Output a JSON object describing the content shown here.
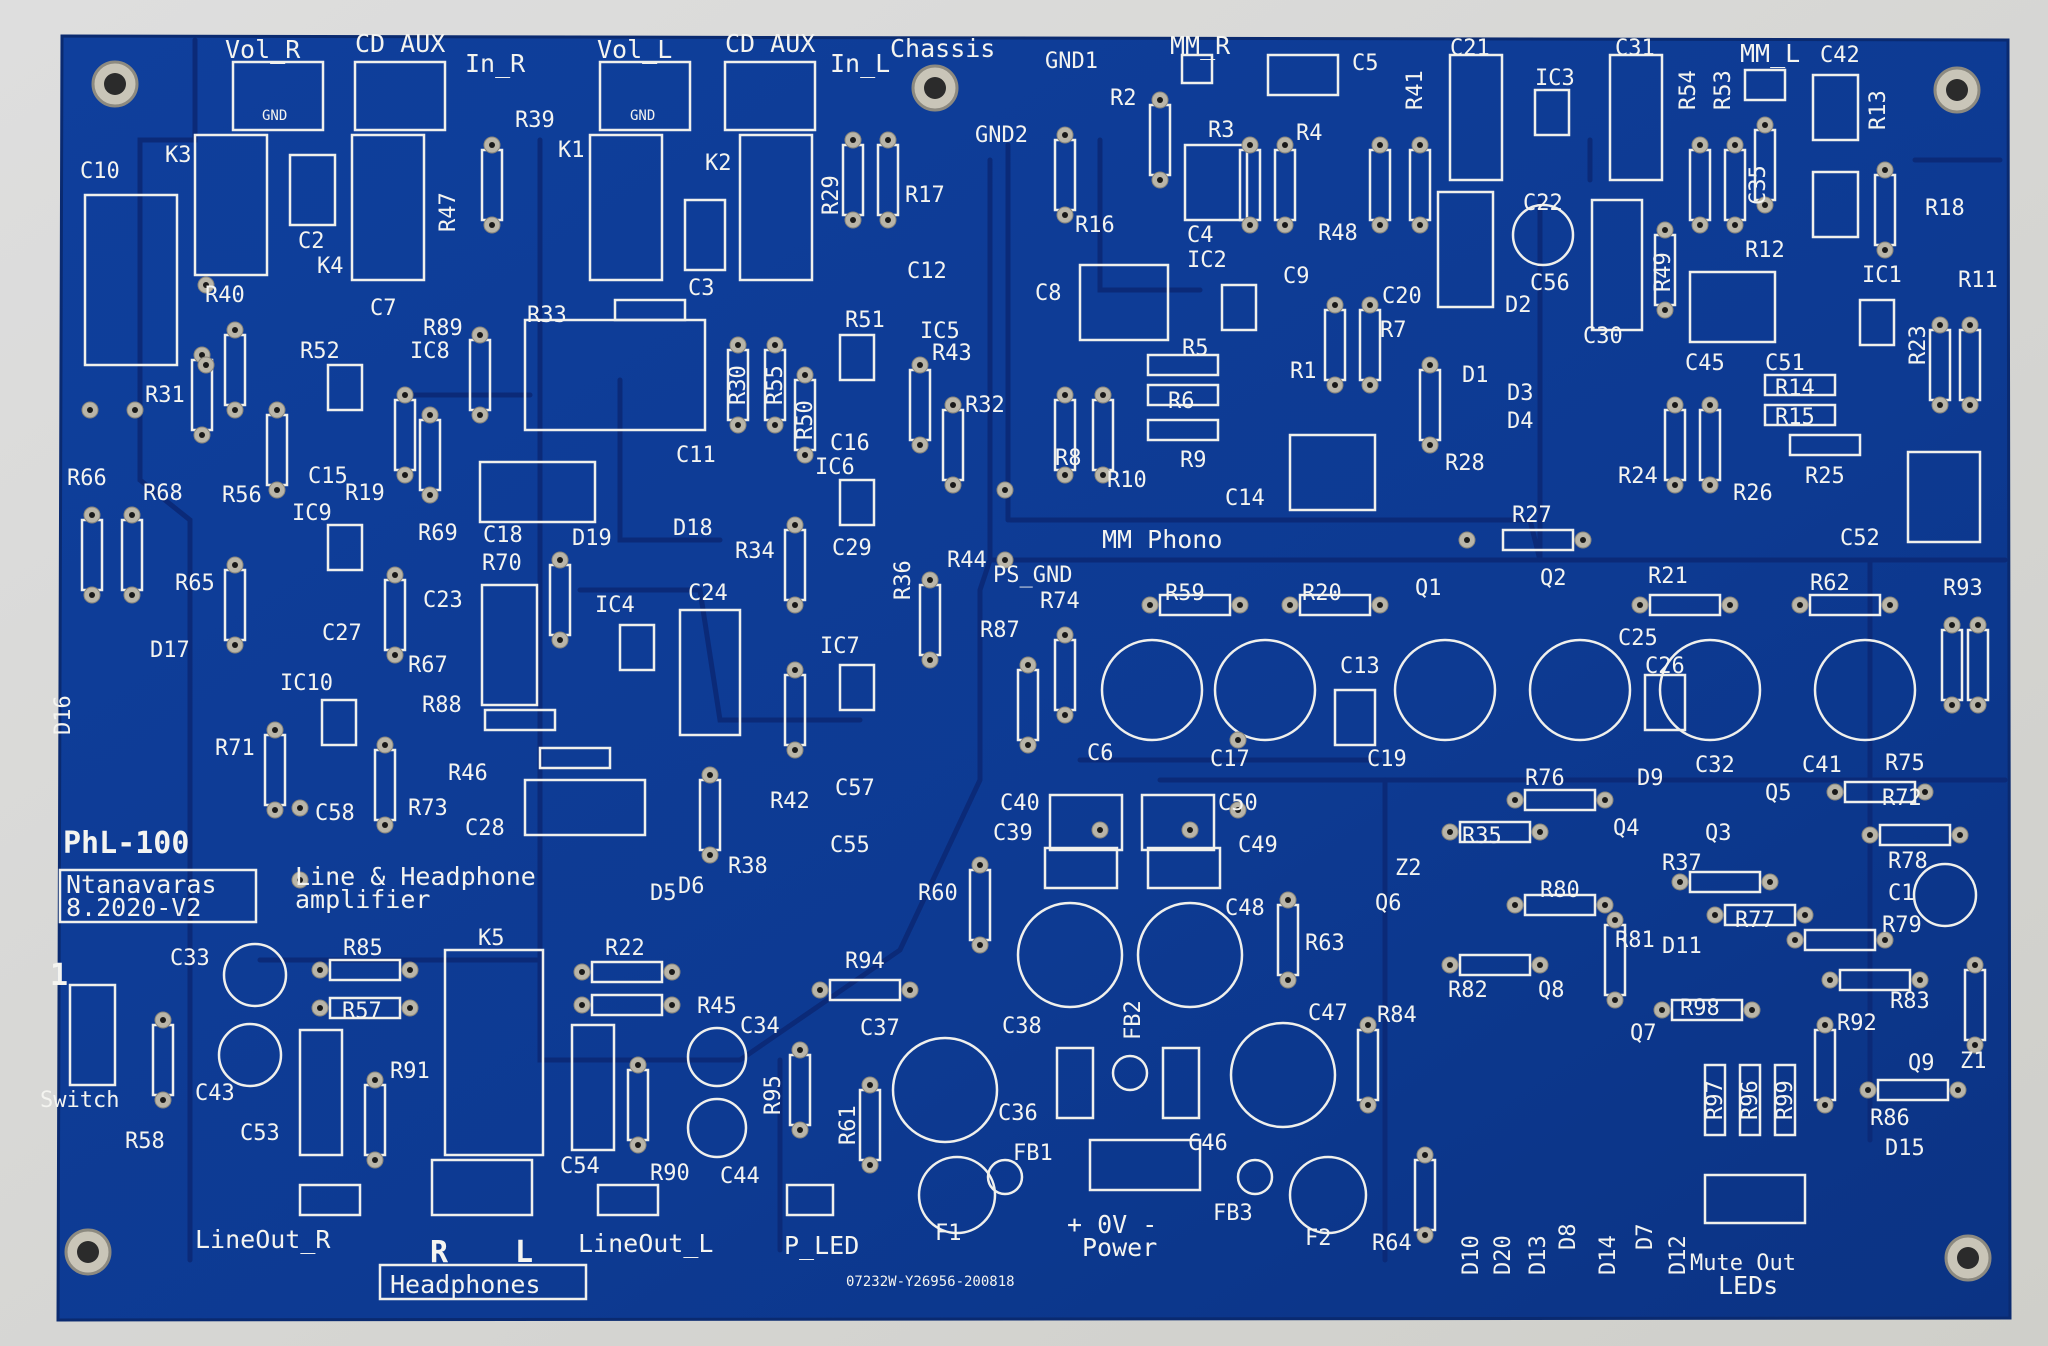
{
  "colors": {
    "board": "#0e3c96",
    "board_edge": "#0a2f7c",
    "silk": "#f4f4f0",
    "trace": "#0b2a78",
    "pad": "#b9b5a8"
  },
  "labels": {
    "vol_r": "Vol_R",
    "cd_aux_r": "CD  AUX",
    "in_r": "In_R",
    "vol_l": "Vol_L",
    "cd_aux_l": "CD  AUX",
    "in_l": "In_L",
    "chassis": "Chassis",
    "gnd": "GND",
    "gnd_l": "GND",
    "gnd1": "GND1",
    "gnd2": "GND2",
    "mm_r": "MM_R",
    "mm_l": "MM_L",
    "mm_phono": "MM Phono",
    "ps_gnd": "PS_GND",
    "model": "PhL-100",
    "author": "Ntanavaras",
    "date_rev": "8.2020-V2",
    "desc1": "Line & Headphone",
    "desc2": "amplifier",
    "pin1": "1",
    "switch": "Switch",
    "lineout_r": "LineOut_R",
    "lineout_l": "LineOut_L",
    "headphones": "Headphones",
    "hp_r": "R",
    "hp_l": "L",
    "p_led": "P_LED",
    "power_pol": "+ 0V -",
    "power": "Power",
    "mute_out": "Mute Out",
    "leds": "LEDs",
    "serial": "07232W-Y26956-200818"
  },
  "refs": {
    "K3": "K3",
    "K1": "K1",
    "K2": "K2",
    "K4": "K4",
    "K5": "K5",
    "C10": "C10",
    "C2": "C2",
    "C3": "C3",
    "C5": "C5",
    "C7": "C7",
    "C8": "C8",
    "C9": "C9",
    "C11": "C11",
    "C12": "C12",
    "C14": "C14",
    "C15": "C15",
    "C16": "C16",
    "C18": "C18",
    "C20": "C20",
    "C21": "C21",
    "C22": "C22",
    "C23": "C23",
    "C24": "C24",
    "C27": "C27",
    "C28": "C28",
    "C29": "C29",
    "C30": "C30",
    "C31": "C31",
    "C35": "C35",
    "C42": "C42",
    "C45": "C45",
    "C51": "C51",
    "C52": "C52",
    "C56": "C56",
    "C57": "C57",
    "C58": "C58",
    "C4": "C4",
    "C6": "C6",
    "C13": "C13",
    "C17": "C17",
    "C19": "C19",
    "C25": "C25",
    "C26": "C26",
    "C32": "C32",
    "C41": "C41",
    "C33": "C33",
    "C34": "C34",
    "C36": "C36",
    "C37": "C37",
    "C38": "C38",
    "C39": "C39",
    "C40": "C40",
    "C43": "C43",
    "C44": "C44",
    "C46": "C46",
    "C47": "C47",
    "C48": "C48",
    "C49": "C49",
    "C50": "C50",
    "C53": "C53",
    "C54": "C54",
    "C55": "C55",
    "C1": "C1",
    "R39": "R39",
    "R47": "R47",
    "R40": "R40",
    "R31": "R31",
    "R52": "R52",
    "R89": "R89",
    "R56": "R56",
    "R19": "R19",
    "R69": "R69",
    "R66": "R66",
    "R68": "R68",
    "R65": "R65",
    "R70": "R70",
    "R67": "R67",
    "R88": "R88",
    "R71": "R71",
    "R73": "R73",
    "R46": "R46",
    "R38": "R38",
    "R33": "R33",
    "R30": "R30",
    "R55": "R55",
    "R50": "R50",
    "R51": "R51",
    "R29": "R29",
    "R17": "R17",
    "R43": "R43",
    "R32": "R32",
    "R34": "R34",
    "R36": "R36",
    "R44": "R44",
    "R42": "R42",
    "R2": "R2",
    "R16": "R16",
    "R3": "R3",
    "R4": "R4",
    "R41": "R41",
    "R48": "R48",
    "R5": "R5",
    "R6": "R6",
    "R9": "R9",
    "R8": "R8",
    "R10": "R10",
    "R1": "R1",
    "R7": "R7",
    "R28": "R28",
    "R54": "R54",
    "R53": "R53",
    "R12": "R12",
    "R49": "R49",
    "R13": "R13",
    "R18": "R18",
    "R11": "R11",
    "R23": "R23",
    "R14": "R14",
    "R15": "R15",
    "R24": "R24",
    "R26": "R26",
    "R25": "R25",
    "R27": "R27",
    "R87": "R87",
    "R74": "R74",
    "R59": "R59",
    "R20": "R20",
    "R21": "R21",
    "R62": "R62",
    "R93": "R93",
    "R75": "R75",
    "R76": "R76",
    "R72": "R72",
    "R35": "R35",
    "R37": "R37",
    "R78": "R78",
    "R80": "R80",
    "R77": "R77",
    "R79": "R79",
    "R81": "R81",
    "R82": "R82",
    "R83": "R83",
    "R98": "R98",
    "R92": "R92",
    "R97": "R97",
    "R96": "R96",
    "R99": "R99",
    "R86": "R86",
    "R60": "R60",
    "R63": "R63",
    "R84": "R84",
    "R94": "R94",
    "R95": "R95",
    "R61": "R61",
    "R64": "R64",
    "R85": "R85",
    "R57": "R57",
    "R22": "R22",
    "R45": "R45",
    "R91": "R91",
    "R90": "R90",
    "R58": "R58",
    "IC1": "IC1",
    "IC2": "IC2",
    "IC3": "IC3",
    "IC4": "IC4",
    "IC5": "IC5",
    "IC6": "IC6",
    "IC7": "IC7",
    "IC8": "IC8",
    "IC9": "IC9",
    "IC10": "IC10",
    "D1": "D1",
    "D2": "D2",
    "D3": "D3",
    "D4": "D4",
    "D5": "D5",
    "D6": "D6",
    "D7": "D7",
    "D8": "D8",
    "D9": "D9",
    "D10": "D10",
    "D11": "D11",
    "D12": "D12",
    "D13": "D13",
    "D14": "D14",
    "D15": "D15",
    "D16": "D16",
    "D17": "D17",
    "D18": "D18",
    "D19": "D19",
    "D20": "D20",
    "Q1": "Q1",
    "Q2": "Q2",
    "Q3": "Q3",
    "Q4": "Q4",
    "Q5": "Q5",
    "Q6": "Q6",
    "Q7": "Q7",
    "Q8": "Q8",
    "Q9": "Q9",
    "Z1": "Z1",
    "Z2": "Z2",
    "F1": "F1",
    "F2": "F2",
    "FB1": "FB1",
    "FB2": "FB2",
    "FB3": "FB3"
  }
}
